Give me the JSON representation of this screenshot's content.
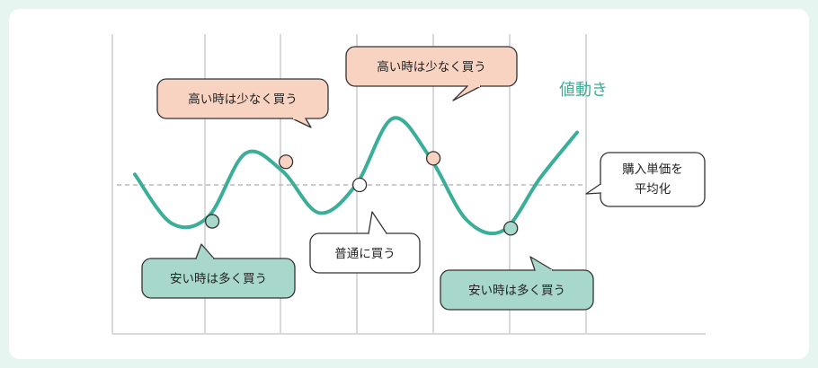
{
  "chart_data": {
    "type": "line",
    "title": "",
    "xlabel": "",
    "ylabel": "",
    "grid": true,
    "series": [
      {
        "name": "値動き",
        "x": [
          0,
          0.5,
          1.0,
          1.5,
          2.0,
          2.5,
          3.0,
          3.5,
          4.0,
          4.5,
          5.0,
          5.5,
          6.0
        ],
        "values": [
          0.15,
          -0.55,
          -0.45,
          0.45,
          0.2,
          -0.4,
          0.0,
          0.95,
          0.4,
          -0.5,
          -0.65,
          0.1,
          0.75
        ]
      }
    ],
    "reference_line": {
      "label": "購入単価を\n平均化",
      "value": 0.0,
      "style": "dashed"
    },
    "markers": [
      {
        "x": 1.05,
        "y": -0.52,
        "kind": "buy-low",
        "label": "安い時は多く買う"
      },
      {
        "x": 2.05,
        "y": 0.33,
        "kind": "buy-high",
        "label": "高い時は少なく買う"
      },
      {
        "x": 3.05,
        "y": 0.0,
        "kind": "buy-normal",
        "label": "普通に買う"
      },
      {
        "x": 4.05,
        "y": 0.38,
        "kind": "buy-high",
        "label": "高い時は少なく買う"
      },
      {
        "x": 5.1,
        "y": -0.62,
        "kind": "buy-low",
        "label": "安い時は多く買う"
      }
    ],
    "colors": {
      "line": "#3aae98",
      "buy_low_fill": "#a8d8cb",
      "buy_high_fill": "#f8d3c1",
      "buy_normal_fill": "#ffffff",
      "grid": "#d9d9d9",
      "reference": "#bbbbbb"
    }
  }
}
